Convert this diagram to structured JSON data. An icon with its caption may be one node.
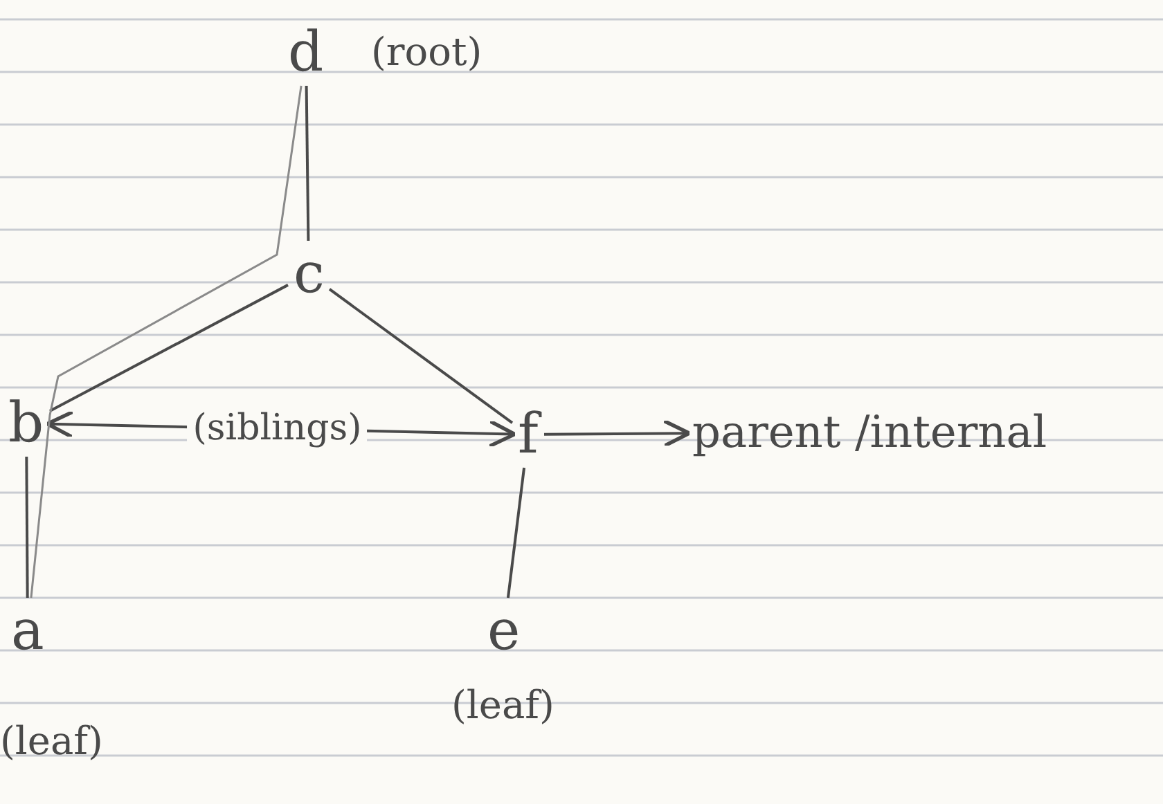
{
  "diagram": {
    "nodes": [
      {
        "text": [
          "d"
        ],
        "beside": [
          "(root)"
        ]
      },
      {
        "text": [
          "c"
        ]
      },
      {
        "text": [
          "b"
        ]
      },
      {
        "text": [
          "f"
        ]
      },
      {
        "text": [
          "a"
        ],
        "beside": [
          "(leaf)"
        ]
      },
      {
        "text": [
          "e"
        ],
        "beside": [
          "(leaf)"
        ]
      },
      {
        "text": [
          "parent /internal"
        ]
      }
    ],
    "edges": [
      {
        "from": 0,
        "to": 1,
        "arrow": "none"
      },
      {
        "from": 1,
        "to": 2,
        "arrow": "none"
      },
      {
        "from": 1,
        "to": 3,
        "arrow": "none"
      },
      {
        "from": 2,
        "to": 4,
        "arrow": "none"
      },
      {
        "from": 3,
        "to": 5,
        "arrow": "none"
      },
      {
        "from": 2,
        "to": 3,
        "arrow": "both",
        "label": "(siblings)"
      },
      {
        "from": 3,
        "to": 6,
        "arrow": "to"
      },
      {
        "from": 0,
        "to": 4,
        "arrow": "none",
        "color": "#8a8a8a"
      }
    ]
  }
}
